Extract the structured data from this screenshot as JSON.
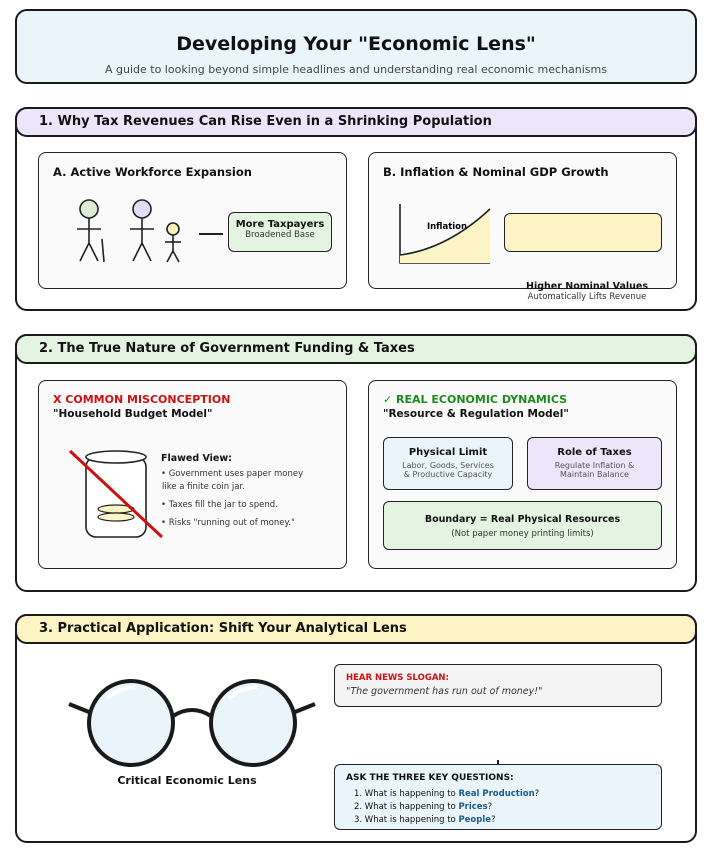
{
  "header": {
    "title": "Developing Your \"Economic Lens\"",
    "subtitle": "A guide to looking beyond simple headlines and understanding real economic mechanisms"
  },
  "section1": {
    "title": "1. Why Tax Revenues Can Rise Even in a Shrinking Population",
    "card_a": {
      "title": "A. Active Workforce Expansion",
      "box_title": "More Taxpayers",
      "box_sub": "Broadened Base"
    },
    "card_b": {
      "title": "B. Inflation & Nominal GDP Growth",
      "curve_label": "Inflation",
      "result_title": "Higher Nominal Values",
      "result_sub": "Automatically Lifts Revenue"
    }
  },
  "section2": {
    "title": "2. The True Nature of Government Funding & Taxes",
    "misconception": {
      "heading": "X COMMON MISCONCEPTION",
      "model": "\"Household Budget Model\"",
      "view_title": "Flawed View:",
      "bullets": [
        "• Government uses paper money",
        "like a finite coin jar.",
        "• Taxes fill the jar to spend.",
        "• Risks \"running out of money.\""
      ]
    },
    "dynamics": {
      "heading": "✓ REAL ECONOMIC DYNAMICS",
      "model": "\"Resource & Regulation Model\"",
      "physical_title": "Physical Limit",
      "physical_sub1": "Labor, Goods, Services",
      "physical_sub2": "& Productive Capacity",
      "taxes_title": "Role of Taxes",
      "taxes_sub1": "Regulate Inflation &",
      "taxes_sub2": "Maintain Balance",
      "boundary_title": "Boundary = Real Physical Resources",
      "boundary_sub": "(Not paper money printing limits)"
    }
  },
  "section3": {
    "title": "3. Practical Application: Shift Your Analytical Lens",
    "lens_label": "Critical Economic Lens",
    "slogan_heading": "HEAR NEWS SLOGAN:",
    "slogan_text": "\"The government has run out of money!\"",
    "questions_heading": "ASK THE THREE KEY QUESTIONS:",
    "questions": [
      {
        "prefix": "1. What is happening to ",
        "key": "Real Production",
        "suffix": "?"
      },
      {
        "prefix": "2. What is happening to ",
        "key": "Prices",
        "suffix": "?"
      },
      {
        "prefix": "3. What is happening to ",
        "key": "People",
        "suffix": "?"
      }
    ]
  },
  "colors": {
    "header_bg": "#eaf4fb",
    "section1_bg": "#ede6fb",
    "section2_bg": "#e3f4e1",
    "section3_bg": "#fcf4c4",
    "misconception": "#cc1111",
    "dynamics": "#1e8a1e",
    "question_highlight": "#1d5a8a"
  },
  "icons": [
    "person-icon",
    "cane-icon",
    "crossed-jar-icon",
    "glasses-icon",
    "inflation-curve-icon"
  ]
}
